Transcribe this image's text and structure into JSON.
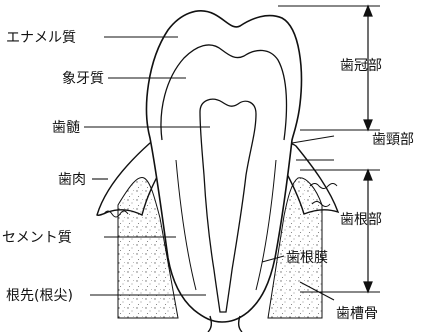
{
  "labels": {
    "enamel": "エナメル質",
    "dentin": "象牙質",
    "pulp": "歯髄",
    "gum": "歯肉",
    "cementum": "セメント質",
    "apex": "根先(根尖)",
    "crown": "歯冠部",
    "neck": "歯頸部",
    "root": "歯根部",
    "periodontal_ligament": "歯根膜",
    "alveolar_bone": "歯槽骨"
  },
  "colors": {
    "line": "#111111",
    "background": "#ffffff",
    "bone_stipple": "#6a6a6a"
  }
}
